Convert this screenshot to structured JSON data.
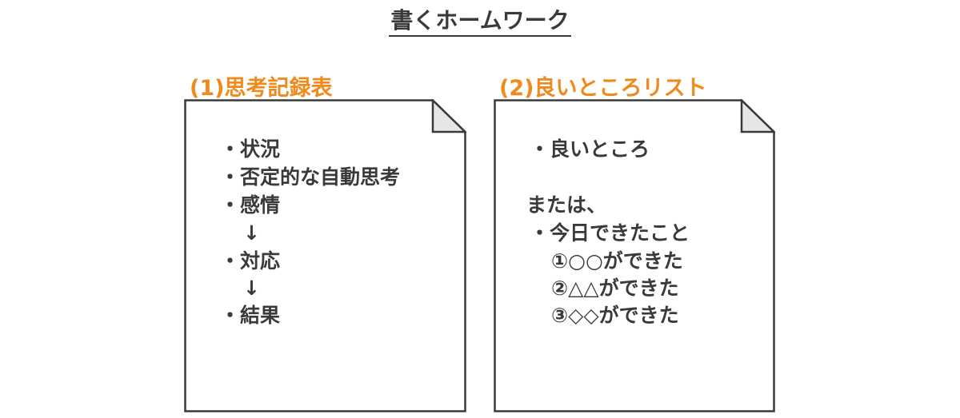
{
  "title": "書くホームワーク",
  "accent_color": "#f08a1c",
  "left": {
    "heading": "(1)思考記録表",
    "lines": [
      "・状況",
      "・否定的な自動思考",
      "・感情",
      "↓",
      "・対応",
      "↓",
      "・結果"
    ]
  },
  "right": {
    "heading": "(2)良いところリスト",
    "lines": [
      "・良いところ",
      "または、",
      "・今日できたこと",
      "①○○ができた",
      "②△△ができた",
      "③◇◇ができた"
    ]
  }
}
